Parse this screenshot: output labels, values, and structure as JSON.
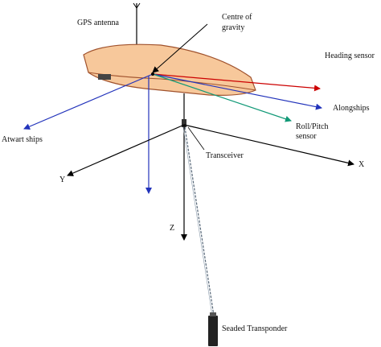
{
  "labels": {
    "gps_antenna": "GPS antenna",
    "centre_of_gravity_line1": "Centre of",
    "centre_of_gravity_line2": "gravity",
    "heading_sensor": "Heading sensor",
    "alongships": "Alongships",
    "roll_pitch_line1": "Roll/Pitch",
    "roll_pitch_line2": "sensor",
    "athwart_ships": "Atwart ships",
    "transceiver": "Transceiver",
    "axis_x": "X",
    "axis_y": "Y",
    "axis_z": "Z",
    "seabed_transponder": "Seaded Transponder"
  },
  "colors": {
    "hull_fill": "#f7c89b",
    "hull_stroke": "#a0522d",
    "heading_arrow": "#cc0000",
    "alongships_arrow": "#2233bb",
    "roll_pitch_arrow": "#119977",
    "athwart_arrow": "#2233bb",
    "down_arrow": "#2233bb",
    "axes": "#000000",
    "tether": "#556677",
    "transponder": "#222222"
  }
}
